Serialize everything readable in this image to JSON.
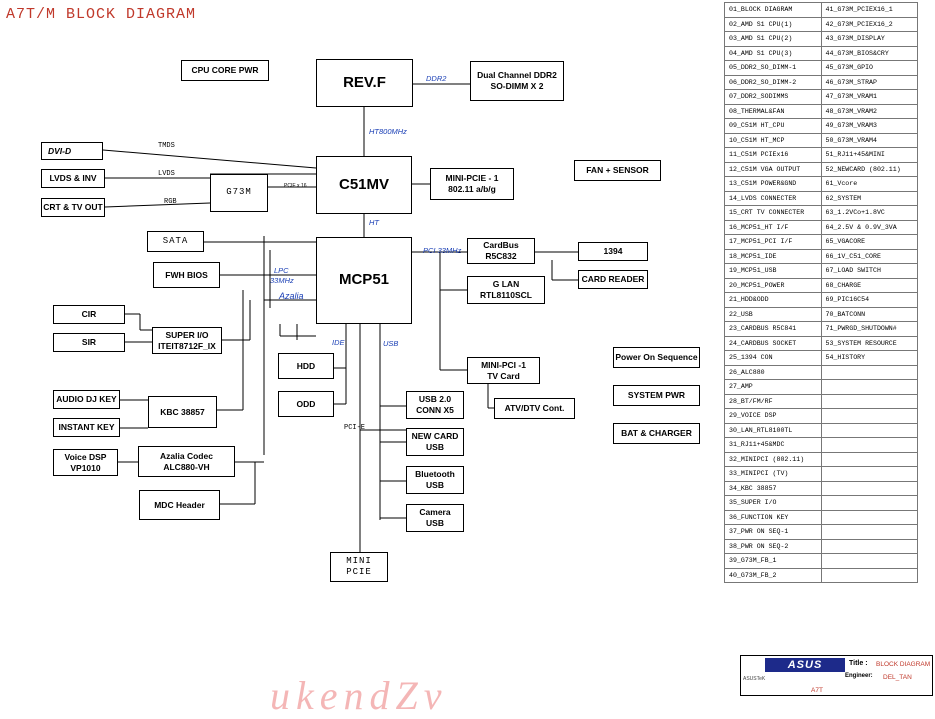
{
  "page_title": "A7T/M BLOCK DIAGRAM",
  "blocks": {
    "cpu_core_pwr": "CPU CORE PWR",
    "revf": "REV.F",
    "ddr2": "Dual Channel DDR2\nSO-DIMM X 2",
    "c51mv": "C51MV",
    "minipcie1": "MINI-PCIE - 1\n802.11 a/b/g",
    "fan_sensor": "FAN + SENSOR",
    "dvi": "DVI-D",
    "lvds_inv": "LVDS & INV",
    "crt_tv": "CRT & TV OUT",
    "g73m": "G73M",
    "sata": "SATA",
    "mcp51": "MCP51",
    "cardbus": "CardBus\nR5C832",
    "ieee1394": "1394",
    "card_reader": "CARD READER",
    "glan": "G LAN\nRTL8110SCL",
    "fwh_bios": "FWH BIOS",
    "cir": "CIR",
    "sir": "SIR",
    "super_io": "SUPER I/O\nITEIT8712F_IX",
    "hdd": "HDD",
    "odd": "ODD",
    "minipci_tv": "MINI-PCI -1\nTV Card",
    "atv_dtv": "ATV/DTV Cont.",
    "power_on_seq": "Power On Sequence",
    "system_pwr": "SYSTEM PWR",
    "bat_charger": "BAT & CHARGER",
    "audio_dj": "AUDIO DJ KEY",
    "kbc": "KBC 38857",
    "instant_key": "INSTANT KEY",
    "usb20": "USB 2.0\nCONN X5",
    "newcard": "NEW CARD\nUSB",
    "voice_dsp": "Voice DSP\nVP1010",
    "azalia_codec": "Azalia Codec\nALC880-VH",
    "bluetooth": "Bluetooth\nUSB",
    "mdc_header": "MDC Header",
    "camera": "Camera\nUSB",
    "mini_pcie": "MINI PCIE"
  },
  "signals": {
    "ddr2": "DDR2",
    "ht800": "HT800MHz",
    "ht": "HT",
    "tmds": "TMDS",
    "lvds": "LVDS",
    "rgb": "RGB",
    "pcie16": "PCIE x 16",
    "pci33": "PCI 33MHz",
    "lpc": "LPC",
    "lpc33": "33MHz",
    "azalia": "Azalia",
    "ide": "IDE",
    "usb": "USB",
    "pcie": "PCI-E"
  },
  "index_table": [
    [
      "01_BLOCK DIAGRAM",
      "41_G73M_PCIEX16_1"
    ],
    [
      "02_AMD S1 CPU(1)",
      "42_G73M_PCIEX16_2"
    ],
    [
      "03_AMD S1 CPU(2)",
      "43_G73M_DISPLAY"
    ],
    [
      "04_AMD S1 CPU(3)",
      "44_G73M_BIOS&CRY"
    ],
    [
      "05_DDR2_SO_DIMM-1",
      "45_G73M_GPIO"
    ],
    [
      "06_DDR2_SO_DIMM-2",
      "46_G73M_STRAP"
    ],
    [
      "07_DDR2_SODIMMS",
      "47_G73M_VRAM1"
    ],
    [
      "08_THERMAL&FAN",
      "48_G73M_VRAM2"
    ],
    [
      "09_C51M HT_CPU",
      "49_G73M_VRAM3"
    ],
    [
      "10_C51M HT_MCP",
      "50_G73M_VRAM4"
    ],
    [
      "11_C51M PCIEx16",
      "51_RJ11+45&MINI"
    ],
    [
      "12_C51M VGA OUTPUT",
      "52_NEWCARD (802.11)"
    ],
    [
      "13_C51M POWER&GND",
      "61_Vcore"
    ],
    [
      "14_LVDS CONNECTER",
      "62_SYSTEM"
    ],
    [
      "15_CRT TV CONNECTER",
      "63_1.2VCo+1.8VC"
    ],
    [
      "16_MCP51_HT I/F",
      "64_2.5V & 0.9V_3VA"
    ],
    [
      "17_MCP51_PCI I/F",
      "65_VGACORE"
    ],
    [
      "18_MCP51_IDE",
      "66_1V_C51_CORE"
    ],
    [
      "19_MCP51_USB",
      "67_LOAD SWITCH"
    ],
    [
      "20_MCP51_POWER",
      "68_CHARGE"
    ],
    [
      "21_HDD&ODD",
      "69_PIC16C54"
    ],
    [
      "22_USB",
      "70_BATCONN"
    ],
    [
      "23_CARDBUS R5C841",
      "71_PWRGD_SHUTDOWN#"
    ],
    [
      "24_CARDBUS SOCKET",
      "53_SYSTEM RESOURCE"
    ],
    [
      "25_1394 CON",
      "54_HISTORY"
    ],
    [
      "26_ALC880",
      ""
    ],
    [
      "27_AMP",
      ""
    ],
    [
      "28_BT/FM/RF",
      ""
    ],
    [
      "29_VOICE DSP",
      ""
    ],
    [
      "30_LAN_RTL8100TL",
      ""
    ],
    [
      "31_RJ11+45&MDC",
      ""
    ],
    [
      "32_MINIPCI (802.11)",
      ""
    ],
    [
      "33_MINIPCI (TV)",
      ""
    ],
    [
      "34_KBC 38857",
      ""
    ],
    [
      "35_SUPER I/O",
      ""
    ],
    [
      "36_FUNCTION KEY",
      ""
    ],
    [
      "37_PWR ON SEQ-1",
      ""
    ],
    [
      "38_PWR ON SEQ-2",
      ""
    ],
    [
      "39_G73M_FB_1",
      ""
    ],
    [
      "40_G73M_FB_2",
      ""
    ]
  ],
  "title_block": {
    "logo": "ASUS",
    "title_key": "Title :",
    "title_val": "BLOCK DIAGRAM",
    "engineer_key": "Engineer:",
    "engineer_val": "DEL_TAN",
    "company": "ASUSTeK",
    "project": "A7T"
  },
  "watermark": "ukendZv"
}
